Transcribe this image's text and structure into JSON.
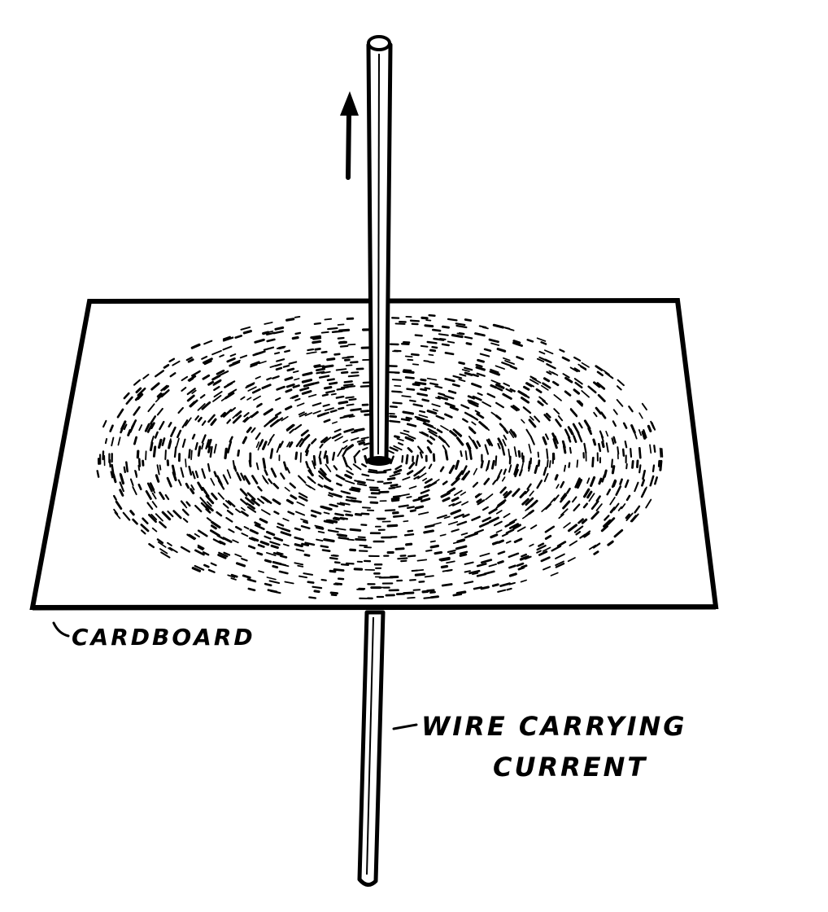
{
  "labels": {
    "cardboard": "CARDBOARD",
    "wire_line1": "WIRE CARRYING",
    "wire_line2": "CURRENT"
  },
  "colors": {
    "ink": "#000000",
    "paper": "#ffffff"
  },
  "arrow_direction": "up"
}
